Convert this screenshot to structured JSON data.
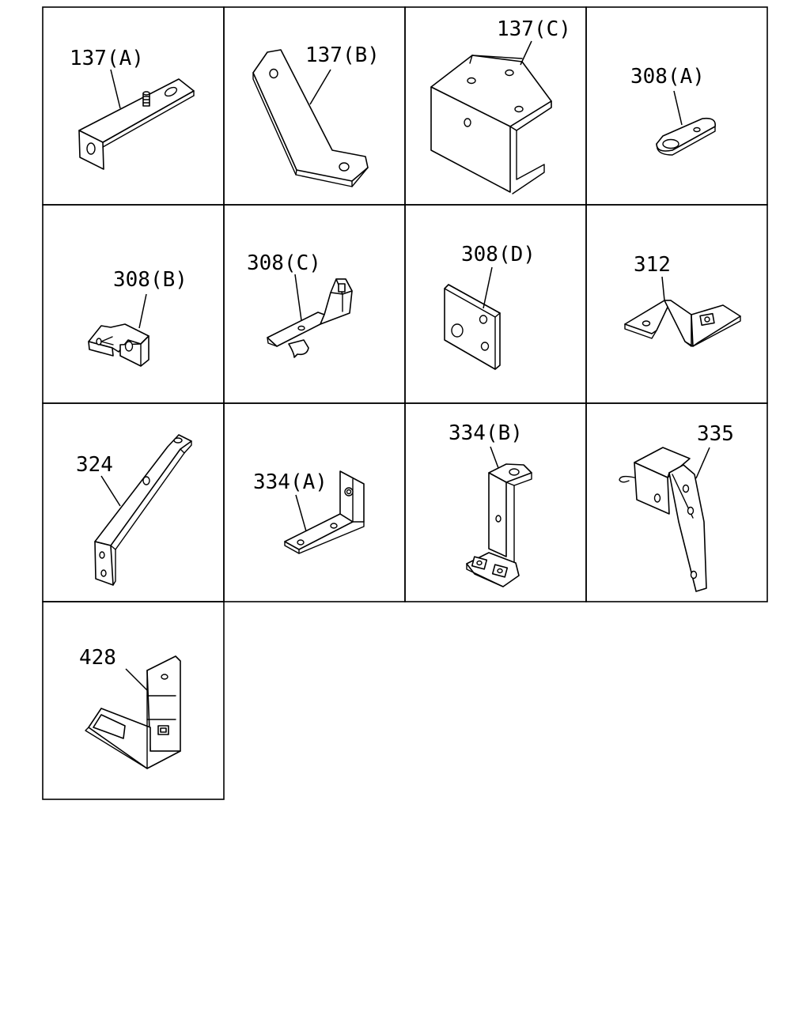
{
  "parts": [
    {
      "id": "137a",
      "label": "137(A)"
    },
    {
      "id": "137b",
      "label": "137(B)"
    },
    {
      "id": "137c",
      "label": "137(C)"
    },
    {
      "id": "308a",
      "label": "308(A)"
    },
    {
      "id": "308b",
      "label": "308(B)"
    },
    {
      "id": "308c",
      "label": "308(C)"
    },
    {
      "id": "308d",
      "label": "308(D)"
    },
    {
      "id": "312",
      "label": "312"
    },
    {
      "id": "324",
      "label": "324"
    },
    {
      "id": "334a",
      "label": "334(A)"
    },
    {
      "id": "334b",
      "label": "334(B)"
    },
    {
      "id": "335",
      "label": "335"
    },
    {
      "id": "428",
      "label": "428"
    }
  ]
}
